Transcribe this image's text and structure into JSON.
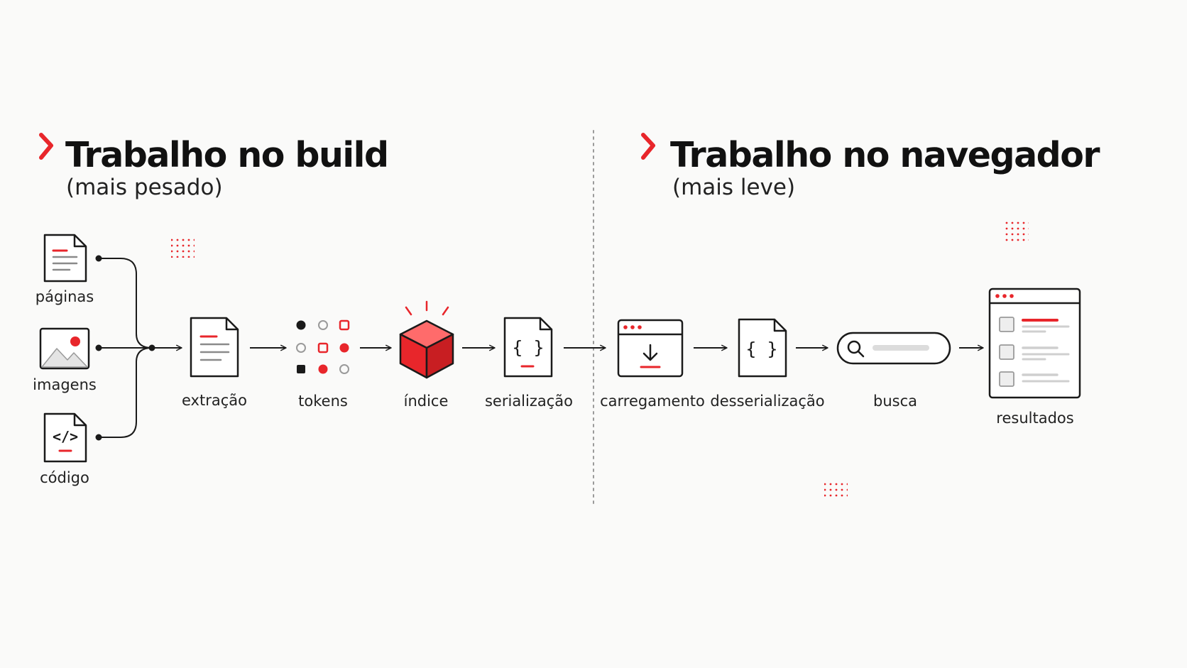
{
  "sections": {
    "build": {
      "title": "Trabalho no build",
      "subtitle": "(mais pesado)"
    },
    "browser": {
      "title": "Trabalho no navegador",
      "subtitle": "(mais leve)"
    }
  },
  "sources": [
    {
      "label": "páginas",
      "icon": "page-document-icon"
    },
    {
      "label": "imagens",
      "icon": "image-icon"
    },
    {
      "label": "código",
      "icon": "code-file-icon"
    }
  ],
  "steps": [
    {
      "label": "extração",
      "icon": "document-icon"
    },
    {
      "label": "tokens",
      "icon": "tokens-grid-icon"
    },
    {
      "label": "índice",
      "icon": "cube-icon"
    },
    {
      "label": "serialização",
      "icon": "json-file-icon"
    },
    {
      "label": "carregamento",
      "icon": "download-window-icon"
    },
    {
      "label": "desserialização",
      "icon": "json-file-icon"
    },
    {
      "label": "busca",
      "icon": "search-bar-icon"
    },
    {
      "label": "resultados",
      "icon": "results-window-icon"
    }
  ],
  "colors": {
    "accent": "#e8262b",
    "ink": "#1a1a1a",
    "muted": "#9a9a9a",
    "background": "#fafaf9"
  }
}
